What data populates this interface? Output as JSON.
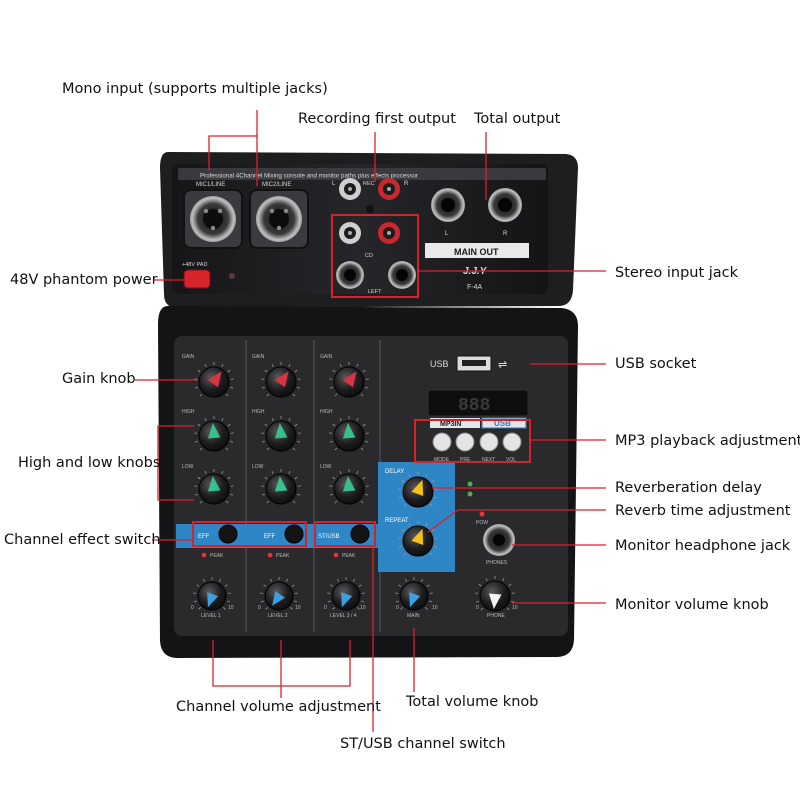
{
  "annotations": {
    "mono_input": "Mono input (supports multiple jacks)",
    "recording_first_output": "Recording first output",
    "total_output": "Total output",
    "phantom_power": "48V phantom power",
    "stereo_input_jack": "Stereo input jack",
    "gain_knob": "Gain knob",
    "usb_socket": "USB socket",
    "high_low_knobs": "High and low knobs",
    "mp3_playback": "MP3 playback adjustment",
    "reverb_delay": "Reverberation delay",
    "reverb_time": "Reverb time adjustment",
    "channel_effect_switch": "Channel effect switch",
    "monitor_headphone_jack": "Monitor headphone jack",
    "monitor_volume_knob": "Monitor volume knob",
    "channel_volume": "Channel volume adjustment",
    "total_volume_knob": "Total volume knob",
    "st_usb_switch": "ST/USB channel switch"
  },
  "device": {
    "header_text": "Professional 4Channel Mixing console and monitor paths plus effects processor",
    "mic1_label": "MIC1/LINE",
    "mic2_label": "MIC2/LINE",
    "phantom_label": "+48V PAD",
    "rec_label": "REC",
    "cd_label": "CD",
    "left_label": "LEFT",
    "main_out_label": "MAIN OUT",
    "brand": "J.J.Y",
    "model": "F-4A",
    "usb_label": "USB",
    "mp3_badge": "MP3IN",
    "usb_badge": "USB",
    "display_digits": "888",
    "gain_label": "GAIN",
    "high_label": "HIGH",
    "low_label": "LOW",
    "eff_label": "EFF",
    "st_usb_label": "ST/USB",
    "peak_label": "PEAK",
    "level1": "LEVEL 1",
    "level2": "LEVEL 2",
    "level34": "LEVEL 3 / 4",
    "delay_label": "DELAY",
    "repeat_label": "REPEAT",
    "main_label": "MAIN",
    "phones_label": "PHONES",
    "phone_label": "PHONE",
    "pow_label": "POW",
    "mp3_buttons": [
      "MODE",
      "PRE",
      "NEXT",
      "VOL"
    ],
    "L": "L",
    "R": "R",
    "scale_min": "0",
    "scale_max": "10"
  },
  "colors": {
    "panel": "#2b2b2d",
    "accent_blue": "#2f86c4",
    "callout_red": "#d8222a",
    "gain_pointer": "#d93344",
    "eq_pointer": "#38c08a",
    "level_pointer": "#3aa0e0",
    "effect_pointer": "#f2c21b"
  }
}
